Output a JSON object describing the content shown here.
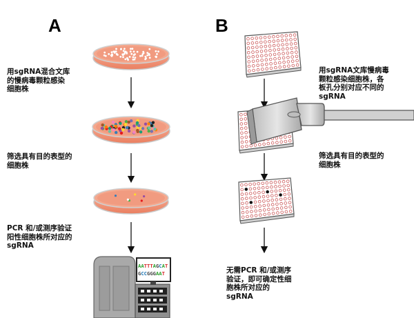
{
  "panels": {
    "a": "A",
    "b": "B"
  },
  "left": {
    "step1": "用sgRNA混合文库\n的慢病毒颗粒感染\n细胞株",
    "step2": "筛选具有目的表型的\n细胞株",
    "step3": "PCR 和/或测序验证\n阳性细胞株所对应的\nsgRNA",
    "monitor_line1": "AATTTAGCAT",
    "monitor_line2": "GCCGGGAAT"
  },
  "right": {
    "step1": "用sgRNA文库慢病毒\n颗粒感染细胞株，各\n板孔分别对应不同的\nsgRNA",
    "step2": "筛选具有目的表型的\n细胞株",
    "step3": "无需PCR 和/或测序\n验证，即可确定性细\n胞株所对应的\nsgRNA"
  },
  "colors": {
    "dish_fill": "#f29a7d",
    "dish_rim": "#f6c1ae",
    "well_border": "#cc5a5a",
    "dna_A": "#2ca02c",
    "dna_T": "#d62728",
    "dna_G": "#444444",
    "dna_C": "#1f77b4"
  }
}
